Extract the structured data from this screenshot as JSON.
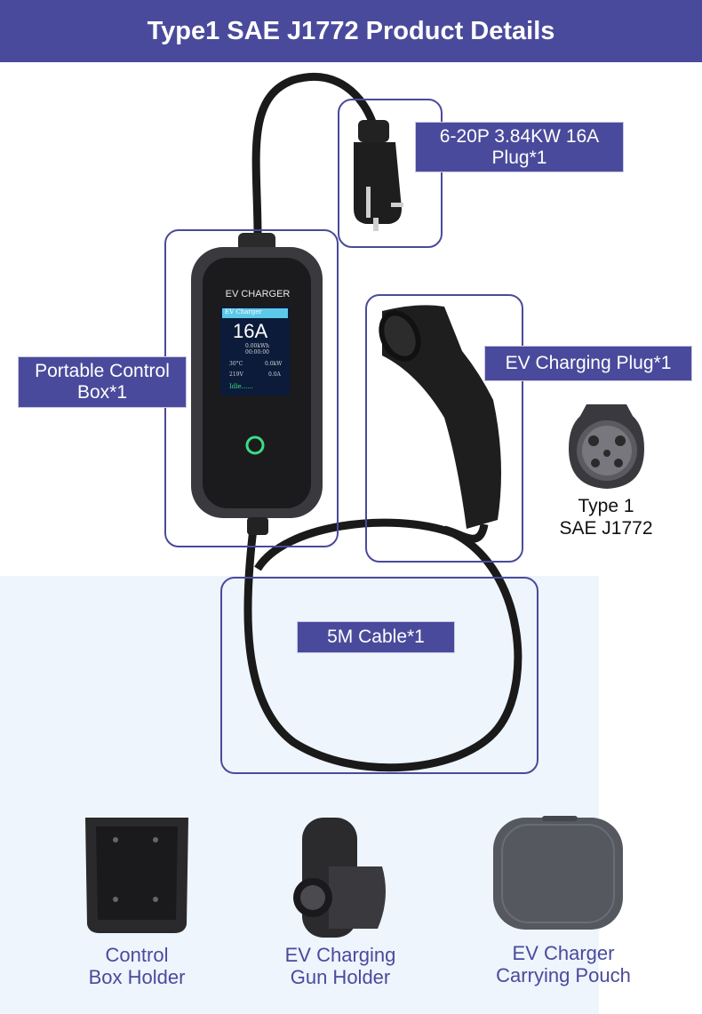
{
  "header": {
    "title": "Type1 SAE J1772 Product Details"
  },
  "labels": {
    "plug": "6-20P 3.84KW 16A\nPlug*1",
    "control_box": "Portable Control\nBox*1",
    "ev_plug": "EV Charging Plug*1",
    "cable": "5M Cable*1"
  },
  "type1_caption": "Type 1\nSAE J1772",
  "control_box_face": {
    "brand": "EV CHARGER",
    "screen_title": "EV Charger",
    "current": "16A",
    "energy": "0.00kWh",
    "time": "00:00:00",
    "temp": "30°C",
    "power": "0.0kW",
    "voltage": "219V",
    "amps": "0.0A",
    "status": "Idle......"
  },
  "accessories": [
    {
      "caption": "Control\nBox Holder"
    },
    {
      "caption": "EV Charging\nGun Holder"
    },
    {
      "caption": "EV Charger\nCarrying Pouch"
    }
  ],
  "colors": {
    "accent": "#4a4a9c",
    "panel": "#eef5fc",
    "status_ring": "#3ddc84"
  }
}
